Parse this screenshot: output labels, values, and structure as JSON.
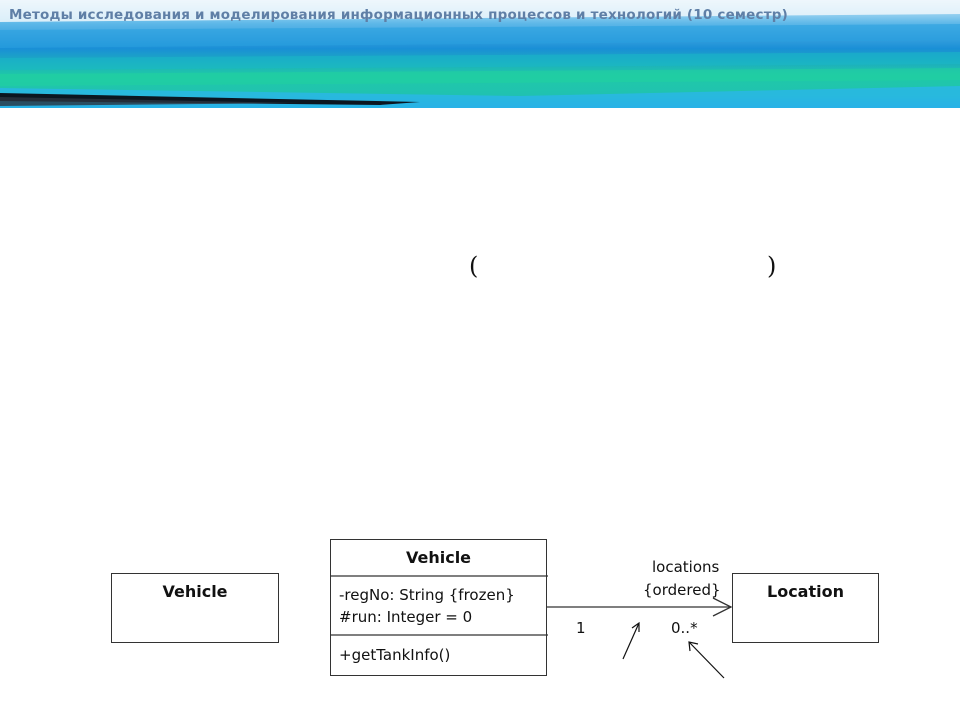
{
  "header": {
    "title": "Методы исследования и моделирования информационных процессов и технологий (10 семестр)"
  },
  "body": {
    "open_paren": "(",
    "close_paren": ")"
  },
  "diagram": {
    "simple_class": {
      "name": "Vehicle"
    },
    "detailed_class": {
      "name": "Vehicle",
      "attributes": [
        "-regNo: String {frozen}",
        "#run: Integer = 0"
      ],
      "operations": [
        "+getTankInfo()"
      ]
    },
    "target_class": {
      "name": "Location"
    },
    "association": {
      "role_name": "locations",
      "constraint": "{ordered}",
      "source_multiplicity": "1",
      "target_multiplicity": "0..*"
    }
  },
  "colors": {
    "banner_teal": "#1fc9a8",
    "banner_blue": "#1a8fd6",
    "banner_title": "#5f7fa6"
  }
}
